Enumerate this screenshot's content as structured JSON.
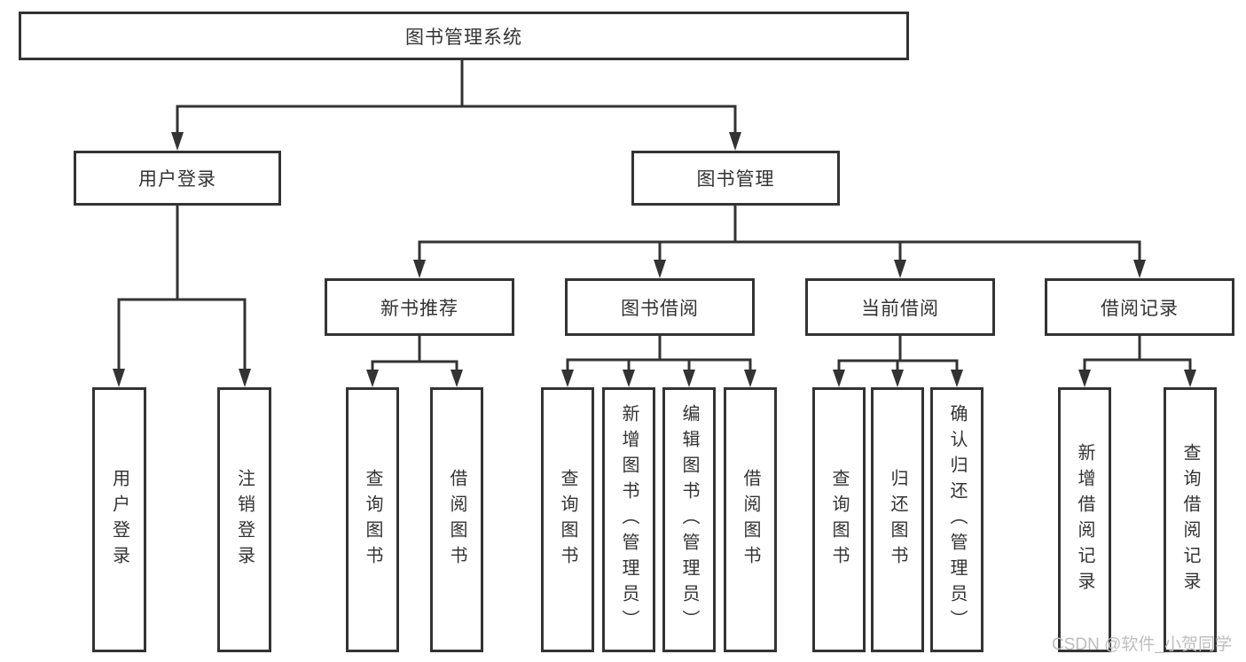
{
  "colors": {
    "line": "#333333",
    "box_border": "#333333",
    "text": "#333333",
    "background": "#ffffff",
    "watermark": "#bdbdbd"
  },
  "diagram_type": "hierarchy-tree",
  "nodes": {
    "root": {
      "label": "图书管理系统"
    },
    "user_login": {
      "label": "用户登录"
    },
    "book_mgmt": {
      "label": "图书管理"
    },
    "new_book_rec": {
      "label": "新书推荐"
    },
    "book_borrow": {
      "label": "图书借阅"
    },
    "current_borrow": {
      "label": "当前借阅"
    },
    "borrow_record": {
      "label": "借阅记录"
    },
    "leaf_user_login": {
      "label": "用户登录"
    },
    "leaf_logout": {
      "label": "注销登录"
    },
    "leaf_query_book_1": {
      "label": "查询图书"
    },
    "leaf_borrow_book_1": {
      "label": "借阅图书"
    },
    "leaf_query_book_2": {
      "label": "查询图书"
    },
    "leaf_add_book": {
      "label": "新增图书（管理员）"
    },
    "leaf_edit_book": {
      "label": "编辑图书（管理员）"
    },
    "leaf_borrow_book_2": {
      "label": "借阅图书"
    },
    "leaf_query_book_3": {
      "label": "查询图书"
    },
    "leaf_return_book": {
      "label": "归还图书"
    },
    "leaf_confirm_return": {
      "label": "确认归还（管理员）"
    },
    "leaf_add_borrow_record": {
      "label": "新增借阅记录"
    },
    "leaf_query_borrow_record": {
      "label": "查询借阅记录"
    }
  },
  "watermark": {
    "text": "CSDN @软件_小贺同学"
  }
}
